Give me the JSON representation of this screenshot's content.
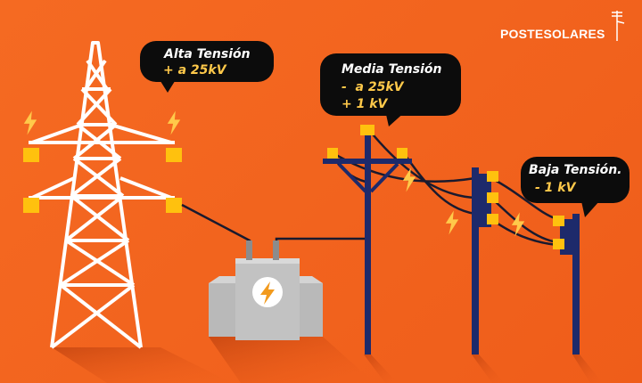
{
  "brand": {
    "name": "POSTESOLARES"
  },
  "labels": {
    "alta": {
      "title": "Alta Tensión",
      "value": "+ a 25kV"
    },
    "media": {
      "title": "Media Tensión",
      "value1": "-  a 25kV",
      "value2": "+ 1 kV"
    },
    "baja": {
      "title": "Baja Tensión.",
      "value": "- 1 kV"
    }
  },
  "colors": {
    "background": "#f2641f",
    "pole": "#1d2a6b",
    "insulator": "#ffc10e",
    "bolt": "#ffc94a",
    "bubble": "#0c0c0c",
    "tower": "#ffffff"
  },
  "icons": [
    "lightning-icon",
    "solar-pole-icon"
  ]
}
